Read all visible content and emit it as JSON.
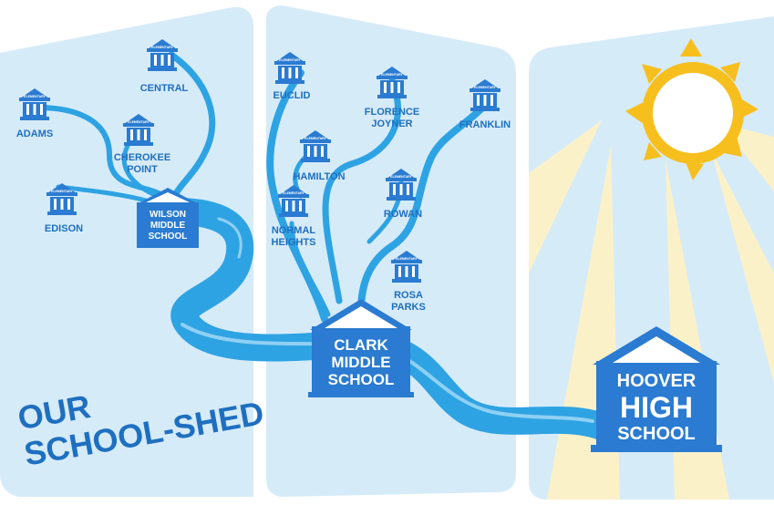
{
  "title_lines": [
    "OUR",
    "SCHOOL-SHED"
  ],
  "icon_badge": "ELEMENTARY",
  "elementary_schools": {
    "adams": {
      "lines": [
        "ADAMS"
      ]
    },
    "central": {
      "lines": [
        "CENTRAL"
      ]
    },
    "cherokee_point": {
      "lines": [
        "CHEROKEE",
        "POINT"
      ]
    },
    "edison": {
      "lines": [
        "EDISON"
      ]
    },
    "euclid": {
      "lines": [
        "EUCLID"
      ]
    },
    "florence_joyner": {
      "lines": [
        "FLORENCE",
        "JOYNER"
      ]
    },
    "franklin": {
      "lines": [
        "FRANKLIN"
      ]
    },
    "hamilton": {
      "lines": [
        "HAMILTON"
      ]
    },
    "normal_heights": {
      "lines": [
        "NORMAL",
        "HEIGHTS"
      ]
    },
    "rowan": {
      "lines": [
        "ROWAN"
      ]
    },
    "rosa_parks": {
      "lines": [
        "ROSA",
        "PARKS"
      ]
    }
  },
  "middle_schools": {
    "wilson": {
      "lines": [
        "WILSON",
        "MIDDLE",
        "SCHOOL"
      ]
    },
    "clark": {
      "lines": [
        "CLARK",
        "MIDDLE",
        "SCHOOL"
      ]
    }
  },
  "high_school": {
    "lines": [
      "HOOVER",
      "HIGH",
      "SCHOOL"
    ]
  },
  "colors": {
    "panel": "#d6ebf8",
    "stream": "#2ea3e3",
    "stream_light": "#8fd0f3",
    "label": "#1e6fc0",
    "building": "#2a7bd1",
    "sun": "#f7bf1e",
    "ray": "#fbf1c9"
  }
}
